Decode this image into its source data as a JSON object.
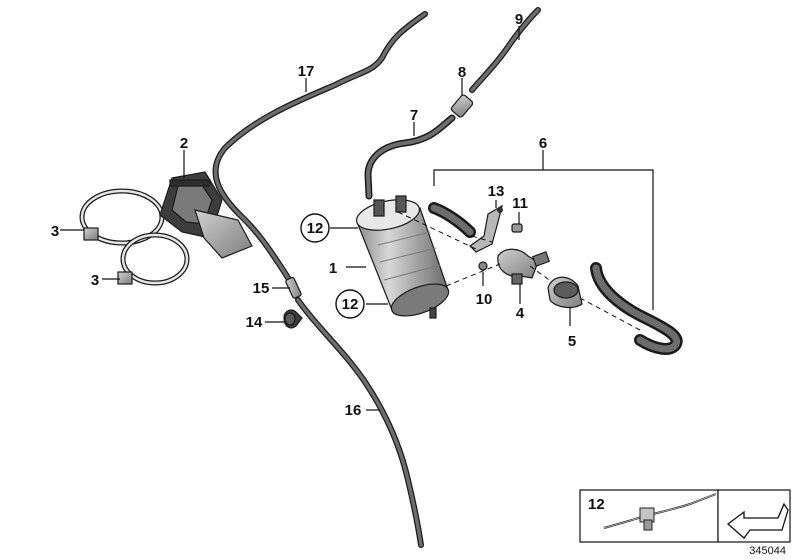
{
  "diagram": {
    "parts": [
      {
        "id": "p1",
        "label": "1"
      },
      {
        "id": "p2",
        "label": "2"
      },
      {
        "id": "p3a",
        "label": "3"
      },
      {
        "id": "p3b",
        "label": "3"
      },
      {
        "id": "p4",
        "label": "4"
      },
      {
        "id": "p5",
        "label": "5"
      },
      {
        "id": "p6",
        "label": "6"
      },
      {
        "id": "p7",
        "label": "7"
      },
      {
        "id": "p8",
        "label": "8"
      },
      {
        "id": "p9",
        "label": "9"
      },
      {
        "id": "p10",
        "label": "10"
      },
      {
        "id": "p11",
        "label": "11"
      },
      {
        "id": "p12a",
        "label": "12"
      },
      {
        "id": "p12b",
        "label": "12"
      },
      {
        "id": "p13",
        "label": "13"
      },
      {
        "id": "p14",
        "label": "14"
      },
      {
        "id": "p15",
        "label": "15"
      },
      {
        "id": "p16",
        "label": "16"
      },
      {
        "id": "p17",
        "label": "17"
      }
    ],
    "inset": {
      "label": "12"
    },
    "reference_number": "345044",
    "colors": {
      "hose_outline": "#1a1a1a",
      "hose_fill": "#6d6d6d",
      "part_light": "#c9c9c9",
      "part_mid": "#9a9a9a",
      "part_dark": "#555555"
    }
  }
}
